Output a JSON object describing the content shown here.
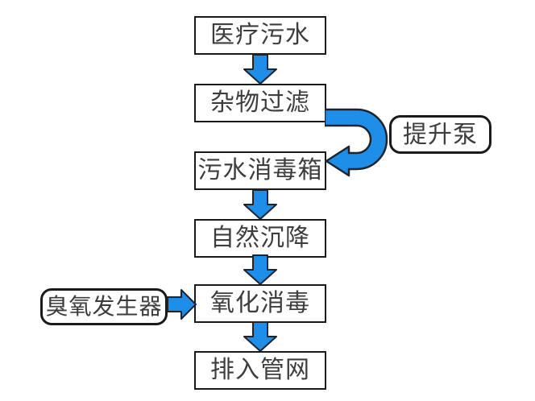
{
  "colors": {
    "arrow-fill": "#1E8EE8",
    "arrow-stroke": "#1C2430",
    "node-border": "#1A1A1A",
    "node-text": "#3D3D3D",
    "bg": "#FFFFFF"
  },
  "flow": {
    "type": "flowchart",
    "steps": [
      {
        "label": "医疗污水"
      },
      {
        "label": "杂物过滤"
      },
      {
        "label": "污水消毒箱"
      },
      {
        "label": "自然沉降"
      },
      {
        "label": "氧化消毒"
      },
      {
        "label": "排入管网"
      }
    ],
    "side_nodes": {
      "lift_pump": {
        "label": "提升泵"
      },
      "ozone_generator": {
        "label": "臭氧发生器"
      }
    }
  }
}
